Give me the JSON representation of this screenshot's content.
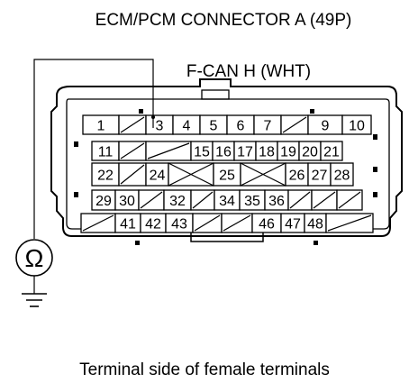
{
  "title": "ECM/PCM CONNECTOR A (49P)",
  "wire_label": "F-CAN H (WHT)",
  "ohmmeter_symbol": "Ω",
  "caption": "Terminal side of female terminals",
  "connector": {
    "rows": [
      [
        "1",
        "/",
        "3",
        "4",
        "5",
        "6",
        "7",
        "/",
        "9",
        "10"
      ],
      [
        "11",
        "/",
        "/",
        "15",
        "16",
        "17",
        "18",
        "19",
        "20",
        "21"
      ],
      [
        "22",
        "/",
        "24",
        "X",
        "25",
        "X",
        "26",
        "27",
        "28"
      ],
      [
        "29",
        "30",
        "/",
        "32",
        "/",
        "34",
        "35",
        "36",
        "/",
        "/",
        "/"
      ],
      [
        "/",
        "41",
        "42",
        "43",
        "/",
        "/",
        "46",
        "47",
        "48",
        "/"
      ]
    ],
    "probed_terminal": "3"
  }
}
